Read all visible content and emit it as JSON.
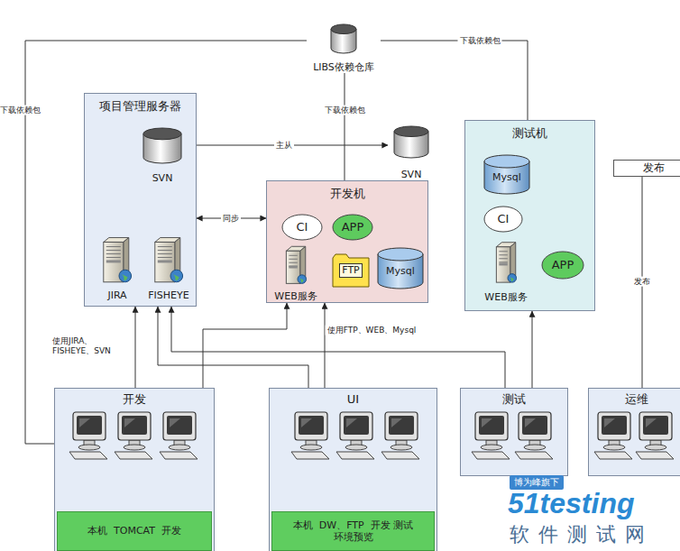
{
  "diagram": {
    "nodes": [
      {
        "text": [
          "LIBS依赖仓库"
        ]
      },
      {
        "text": [
          "项目管理服务器"
        ]
      },
      {
        "text": [
          "SVN"
        ],
        "in": 1
      },
      {
        "text": [
          "JIRA"
        ],
        "in": 1
      },
      {
        "text": [
          "FISHEYE"
        ],
        "in": 1
      },
      {
        "text": [
          "SVN"
        ]
      },
      {
        "text": [
          "开发机"
        ]
      },
      {
        "text": [
          "CI"
        ],
        "in": 6
      },
      {
        "text": [
          "APP"
        ],
        "in": 6
      },
      {
        "text": [
          "WEB服务"
        ],
        "in": 6
      },
      {
        "text": [
          "FTP"
        ],
        "in": 6
      },
      {
        "text": [
          "Mysql"
        ],
        "in": 6
      },
      {
        "text": [
          "测试机"
        ]
      },
      {
        "text": [
          "Mysql"
        ],
        "in": 12
      },
      {
        "text": [
          "CI"
        ],
        "in": 12
      },
      {
        "text": [
          "WEB服务"
        ],
        "in": 12
      },
      {
        "text": [
          "APP"
        ],
        "in": 12
      },
      {
        "text": [
          "发布"
        ]
      },
      {
        "text": [
          "开发"
        ]
      },
      {
        "text": [
          "本机  TOMCAT  开发"
        ],
        "in": 18
      },
      {
        "text": [
          "UI"
        ]
      },
      {
        "text": [
          "本机  DW、FTP  开发 测试环境预览"
        ],
        "in": 20
      },
      {
        "text": [
          "测试"
        ]
      },
      {
        "text": [
          "运维"
        ]
      }
    ],
    "edges": [
      {
        "from": 0,
        "to": 18,
        "label": "下载依赖包",
        "arrow": "none"
      },
      {
        "from": 0,
        "to": 6,
        "label": "下载依赖包",
        "arrow": "none"
      },
      {
        "from": 0,
        "to": 12,
        "label": "下载依赖包",
        "arrow": "none"
      },
      {
        "from": 2,
        "to": 5,
        "label": "主从",
        "arrow": "to"
      },
      {
        "from": 1,
        "to": 6,
        "label": "同步",
        "arrow": "both"
      },
      {
        "from": 18,
        "to": 1,
        "label": "使用JIRA、FISHEYE、SVN",
        "arrow": "to"
      },
      {
        "from": 18,
        "to": 6,
        "arrow": "to"
      },
      {
        "from": 20,
        "to": 1,
        "arrow": "to"
      },
      {
        "from": 20,
        "to": 6,
        "label": "使用FTP、WEB、Mysql",
        "arrow": "to"
      },
      {
        "from": 22,
        "to": 1,
        "arrow": "to"
      },
      {
        "from": 22,
        "to": 12,
        "arrow": "to"
      },
      {
        "from": 23,
        "to": 17,
        "label": "发布",
        "arrow": "none"
      }
    ],
    "labels": [
      "博为峰旗下",
      "51testing",
      "软件测试网"
    ]
  }
}
